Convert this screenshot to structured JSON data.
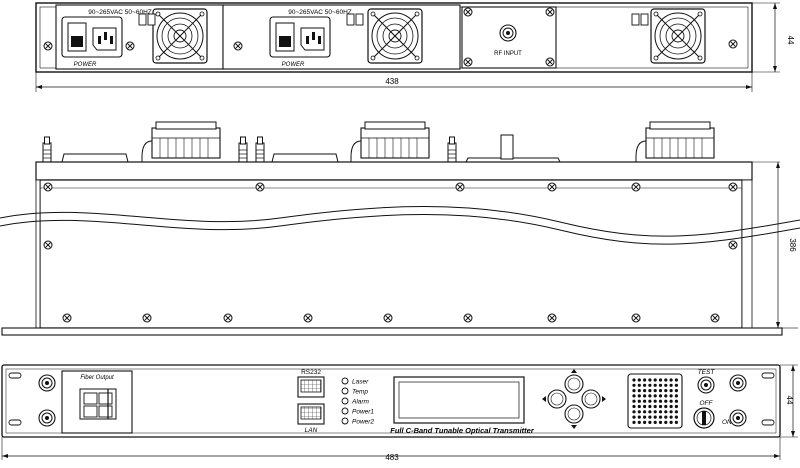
{
  "rear_view": {
    "psu_rating_label": "90~265VAC 50~60HZ",
    "power_label": "POWER",
    "rf_input_label": "RF INPUT"
  },
  "dimensions": {
    "rear_width": "438",
    "rear_height": "44",
    "depth": "386",
    "front_width": "483",
    "front_height": "44"
  },
  "front_panel": {
    "fiber_output_label": "Fiber Output",
    "rs232_label": "RS232",
    "lan_label": "LAN",
    "leds": [
      "Laser",
      "Temp",
      "Alarm",
      "Power1",
      "Power2"
    ],
    "product_title": "Full C-Band Tunable Optical Transmitter",
    "test_label": "TEST",
    "off_label": "OFF",
    "on_label": "ON"
  }
}
